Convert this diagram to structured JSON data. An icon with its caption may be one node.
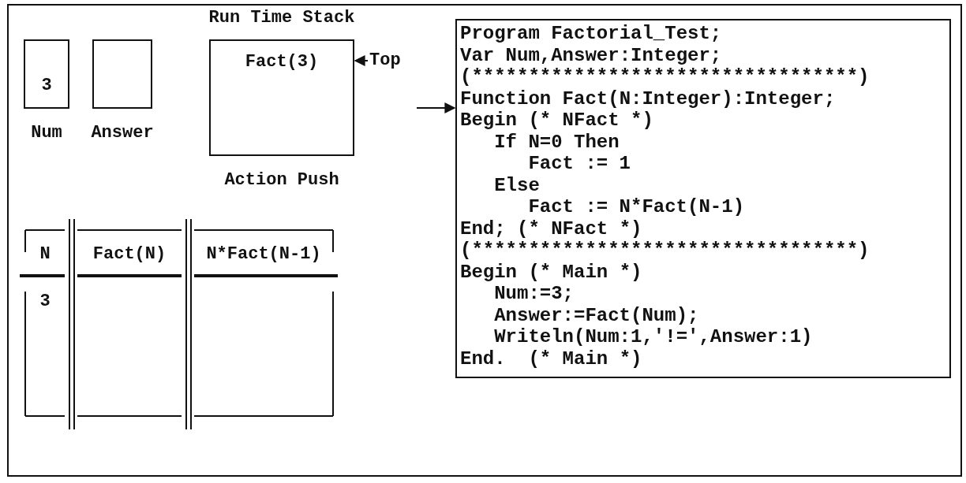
{
  "diagram": {
    "nodes": [
      {
        "text": [
          "3"
        ],
        "beside": [
          "Num"
        ]
      },
      {
        "text": [],
        "shape": "box",
        "beside": [
          "Answer"
        ]
      },
      {
        "text": [
          "Run Time Stack",
          "Fact(3)"
        ],
        "beside": [
          "Action Push"
        ]
      },
      {
        "text": [
          "Top"
        ]
      },
      {
        "text": [
          "Program Factorial_Test;",
          "Var Num,Answer:Integer;",
          "(**********************************)",
          "Function Fact(N:Integer):Integer;",
          "Begin (* NFact *)",
          "If N=0 Then",
          "Fact := 1",
          "Else",
          "Fact := N*Fact(N-1)",
          "End; (* NFact *)",
          "(**********************************)",
          "Begin (* Main *)",
          "Num:=3;",
          "Answer:=Fact(Num);",
          "Writeln(Num:1,'!=',Answer:1)",
          "End.  (* Main *)"
        ]
      }
    ],
    "edges": [
      {
        "from": 3,
        "to": 2,
        "arrow": "to"
      },
      {
        "from": null,
        "to": 4,
        "arrow": "to"
      }
    ],
    "labels": [
      "N",
      "Fact(N)",
      "N*Fact(N-1)",
      "3"
    ]
  }
}
